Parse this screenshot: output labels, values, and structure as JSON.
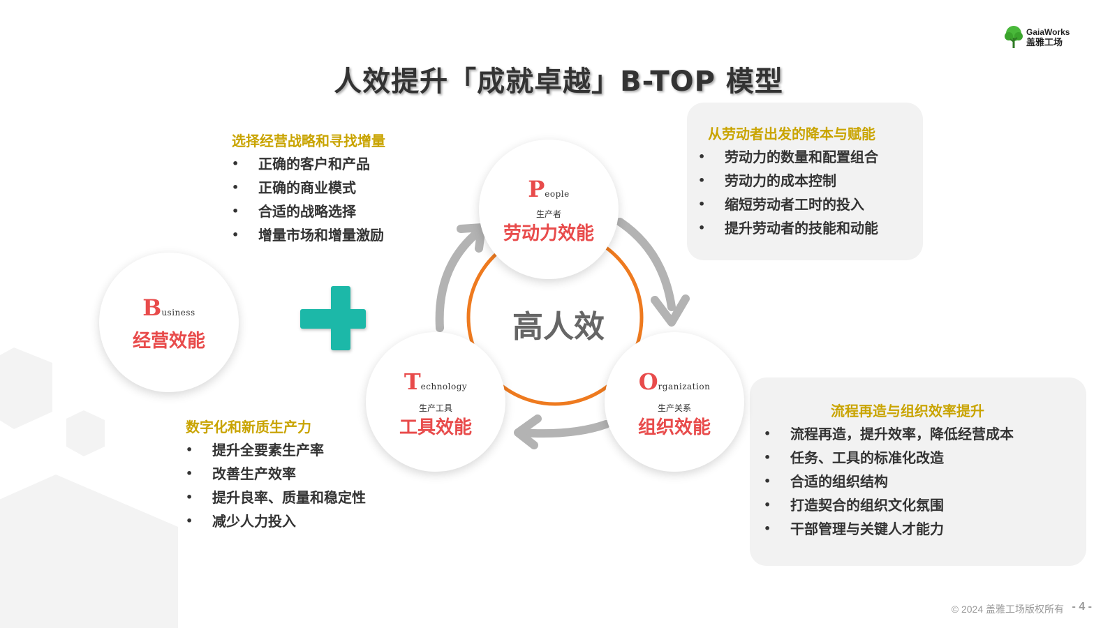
{
  "title": "人效提升「成就卓越」B-TOP 模型",
  "logo": {
    "en": "GaiaWorks",
    "cn": "盖雅工场"
  },
  "center_label": "高人效",
  "nodes": {
    "business": {
      "letter": "B",
      "rest": "usiness",
      "sub": "",
      "main": "经营效能"
    },
    "people": {
      "letter": "P",
      "rest": "eople",
      "sub": "生产者",
      "main": "劳动力效能"
    },
    "technology": {
      "letter": "T",
      "rest": "echnology",
      "sub": "生产工具",
      "main": "工具效能"
    },
    "organization": {
      "letter": "O",
      "rest": "rganization",
      "sub": "生产关系",
      "main": "组织效能"
    }
  },
  "blocks": {
    "business": {
      "heading": "选择经营战略和寻找增量",
      "items": [
        "正确的客户和产品",
        "正确的商业模式",
        "合适的战略选择",
        "增量市场和增量激励"
      ]
    },
    "people": {
      "heading": "从劳动者出发的降本与赋能",
      "items": [
        "劳动力的数量和配置组合",
        "劳动力的成本控制",
        "缩短劳动者工时的投入",
        "提升劳动者的技能和动能"
      ]
    },
    "technology": {
      "heading": "数字化和新质生产力",
      "items": [
        "提升全要素生产率",
        "改善生产效率",
        "提升良率、质量和稳定性",
        "减少人力投入"
      ]
    },
    "organization": {
      "heading": "流程再造与组织效率提升",
      "items": [
        "流程再造，提升效率，降低经营成本",
        "任务、工具的标准化改造",
        "合适的组织结构",
        "打造契合的组织文化氛围",
        "干部管理与关键人才能力"
      ]
    }
  },
  "footer": {
    "copyright": "© 2024 盖雅工场版权所有",
    "page": "- 4 -"
  },
  "colors": {
    "accent_red": "#e84b4b",
    "heading_gold": "#c9a400",
    "ring_orange": "#ee7a1f",
    "plus_teal": "#1fb8a8",
    "arrow_gray": "#b3b3b3"
  }
}
